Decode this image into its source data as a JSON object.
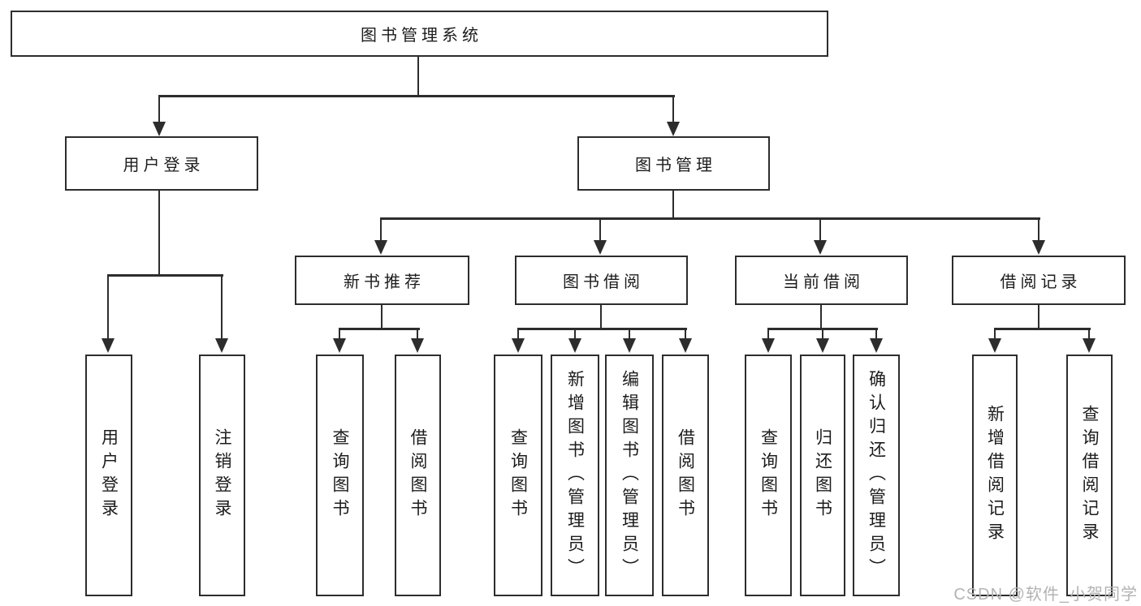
{
  "nodes": {
    "root": "图书管理系统",
    "level2": [
      "用户登录",
      "图书管理"
    ],
    "level3": [
      "新书推荐",
      "图书借阅",
      "当前借阅",
      "借阅记录"
    ],
    "leaves_user": [
      "用户登录",
      "注销登录"
    ],
    "leaves_newbook": [
      "查询图书",
      "借阅图书"
    ],
    "leaves_borrow": [
      "查询图书",
      "新增图书（管理员）",
      "编辑图书（管理员）",
      "借阅图书"
    ],
    "leaves_current": [
      "查询图书",
      "归还图书",
      "确认归还（管理员）"
    ],
    "leaves_record": [
      "新增借阅记录",
      "查询借阅记录"
    ]
  },
  "watermark": "CSDN @软件_小贺同学",
  "colors": {
    "line": "#2d2d2d",
    "text": "#1c1c1c",
    "watermark": "#b3b3b3",
    "background": "#ffffff"
  }
}
